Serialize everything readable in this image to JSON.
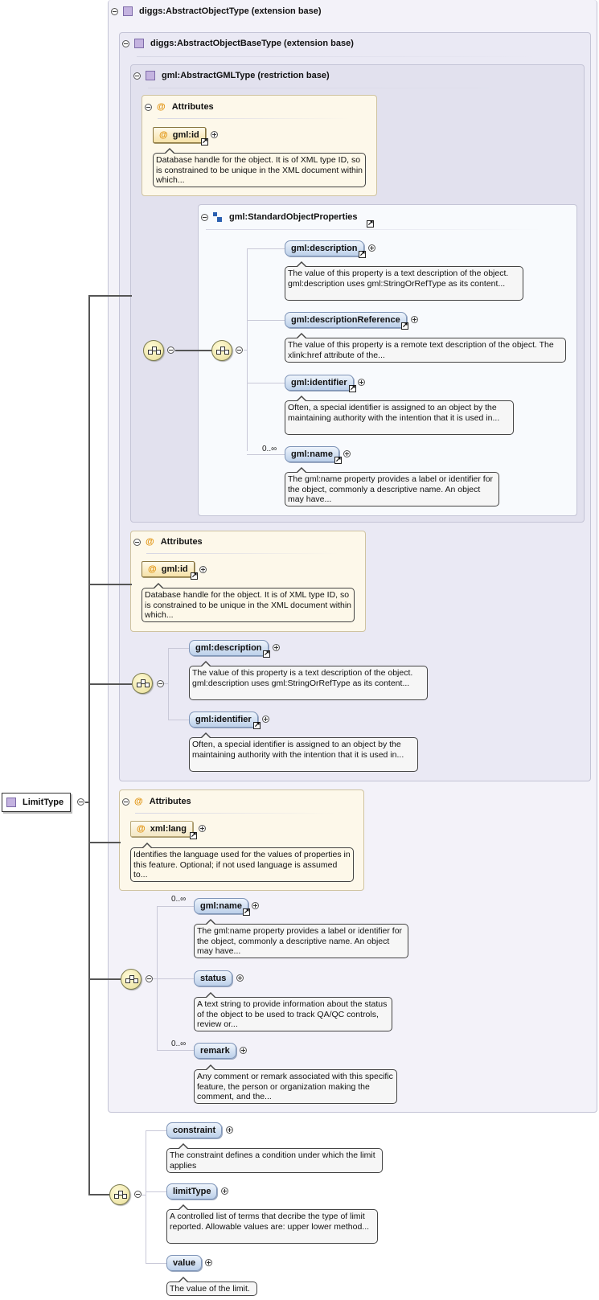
{
  "root": {
    "label": "LimitType"
  },
  "panels": {
    "abstract_object": {
      "title": "diggs:AbstractObjectType (extension base)"
    },
    "abstract_object_base": {
      "title": "diggs:AbstractObjectBaseType (extension base)"
    },
    "abstract_gml": {
      "title": "gml:AbstractGMLType (restriction base)"
    },
    "standard_object_properties": {
      "title": "gml:StandardObjectProperties"
    }
  },
  "attribute_groups": {
    "gml_attrs": {
      "title": "Attributes",
      "attr": "gml:id",
      "doc": "Database handle for the object. It is of XML type ID, so is constrained to be unique in the XML document within which..."
    },
    "base_attrs": {
      "title": "Attributes",
      "attr": "gml:id",
      "doc": "Database handle for the object. It is of XML type ID, so is constrained to be unique in the XML document within which..."
    },
    "object_attrs": {
      "title": "Attributes",
      "attr": "xml:lang",
      "doc": "Identifies the language used for the values of properties in this feature. Optional; if not used language is assumed to..."
    }
  },
  "std_props": {
    "description": {
      "label": "gml:description",
      "doc": "The value of this property is a text description of the object. gml:description uses gml:StringOrRefType as its content..."
    },
    "descriptionReference": {
      "label": "gml:descriptionReference",
      "doc": "The value of this property is a remote text description of the object. The xlink:href attribute of the..."
    },
    "identifier": {
      "label": "gml:identifier",
      "doc": "Often, a special identifier is assigned to an object by the maintaining authority with the intention that it is used in..."
    },
    "name": {
      "label": "gml:name",
      "card": "0..∞",
      "doc": "The gml:name property provides a label or identifier for the object, commonly a descriptive name. An object may have..."
    }
  },
  "base_seq": {
    "description": {
      "label": "gml:description",
      "doc": "The value of this property is a text description of the object. gml:description uses gml:StringOrRefType as its content..."
    },
    "identifier": {
      "label": "gml:identifier",
      "doc": "Often, a special identifier is assigned to an object by the maintaining authority with the intention that it is used in..."
    }
  },
  "object_seq": {
    "name": {
      "label": "gml:name",
      "card": "0..∞",
      "doc": "The gml:name property provides a label or identifier for the object, commonly a descriptive name. An object may have..."
    },
    "status": {
      "label": "status",
      "doc": "A text string to provide information about the status of the object to be used to track QA/QC controls, review or..."
    },
    "remark": {
      "label": "remark",
      "card": "0..∞",
      "doc": "Any comment or remark associated with this specific feature, the person or organization making the comment, and the..."
    }
  },
  "limit_seq": {
    "constraint": {
      "label": "constraint",
      "doc": "The constraint defines a condition under which the limit applies"
    },
    "limitType": {
      "label": "limitType",
      "doc": "A controlled list of terms that decribe the type of limit reported. Allowable values are: upper lower method..."
    },
    "value": {
      "label": "value",
      "doc": "The value of the limit."
    }
  }
}
